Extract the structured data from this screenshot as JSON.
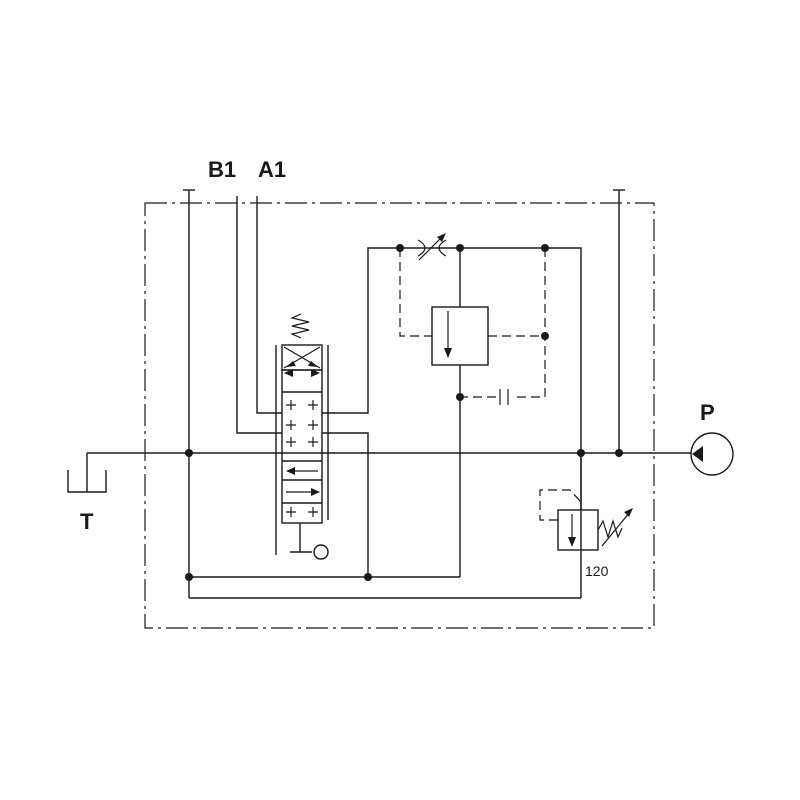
{
  "ports": {
    "b1": "B1",
    "a1": "A1",
    "tank": "T",
    "pump": "P"
  },
  "relief_valve": {
    "setting": "120"
  },
  "colors": {
    "line": "#1a1a1a",
    "background": "#ffffff"
  }
}
